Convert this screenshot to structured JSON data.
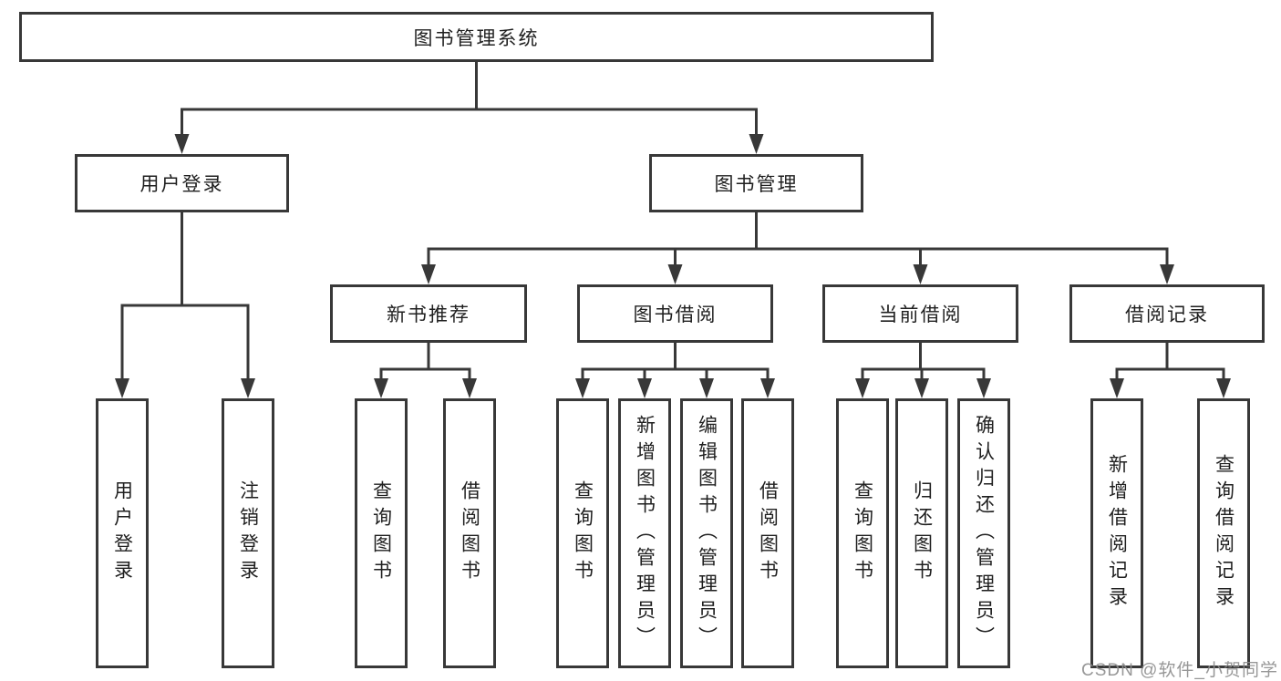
{
  "diagram_type": "hierarchy-tree",
  "nodes": {
    "root": "图书管理系统",
    "user_login": "用户登录",
    "book_mgmt": "图书管理",
    "leaf_user_login": "用户登录",
    "leaf_logout": "注销登录",
    "new_rec": "新书推荐",
    "book_borrow": "图书借阅",
    "cur_borrow": "当前借阅",
    "borrow_rec": "借阅记录",
    "nr_query_book": "查询图书",
    "nr_borrow_book": "借阅图书",
    "bb_query_book": "查询图书",
    "bb_add_book": "新增图书（管理员）",
    "bb_edit_book": "编辑图书（管理员）",
    "bb_borrow_book": "借阅图书",
    "cb_query_book": "查询图书",
    "cb_return_book": "归还图书",
    "cb_confirm_return": "确认归还（管理员）",
    "br_add_record": "新增借阅记录",
    "br_query_record": "查询借阅记录"
  },
  "hierarchy": {
    "图书管理系统": {
      "用户登录": [
        "用户登录",
        "注销登录"
      ],
      "图书管理": {
        "新书推荐": [
          "查询图书",
          "借阅图书"
        ],
        "图书借阅": [
          "查询图书",
          "新增图书（管理员）",
          "编辑图书（管理员）",
          "借阅图书"
        ],
        "当前借阅": [
          "查询图书",
          "归还图书",
          "确认归还（管理员）"
        ],
        "借阅记录": [
          "新增借阅记录",
          "查询借阅记录"
        ]
      }
    }
  },
  "watermark": "CSDN @软件_小贺同学",
  "colors": {
    "line": "#383838",
    "box_border": "#383838",
    "text": "#1f1f1f",
    "watermark": "#8c8c8c",
    "background": "#ffffff"
  }
}
